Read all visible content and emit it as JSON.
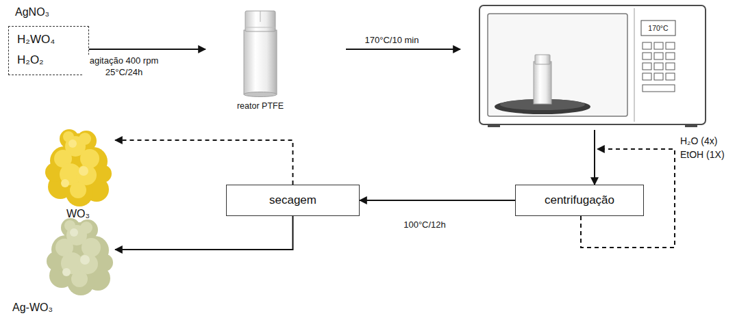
{
  "diagram": {
    "nodes": [
      {
        "text": [
          "AgNO₃",
          "H₂WO₄",
          "H₂O₂"
        ]
      },
      {
        "text": [
          "reator PTFE"
        ]
      },
      {
        "text": [
          "170°C"
        ]
      },
      {
        "text": [
          "centrifugação"
        ]
      },
      {
        "text": [
          "secagem"
        ]
      },
      {
        "text": [
          "WO₃"
        ]
      },
      {
        "text": [
          "Ag-WO₃"
        ]
      }
    ],
    "edges": [
      {
        "from": 0,
        "to": 1,
        "label": "agitação 400 rpm 25°C/24h",
        "arrow": "to"
      },
      {
        "from": 1,
        "to": 2,
        "label": "170°C/10 min",
        "arrow": "to"
      },
      {
        "from": 2,
        "to": 3,
        "arrow": "to"
      },
      {
        "from": 3,
        "to": 3,
        "arrow": "to"
      },
      {
        "from": 3,
        "to": 4,
        "label": "100°C/12h",
        "arrow": "to"
      },
      {
        "from": 4,
        "to": 5,
        "arrow": "to"
      },
      {
        "from": 4,
        "to": 6,
        "arrow": "to"
      }
    ],
    "labels": [
      "H₂O (4x)",
      "EtOH (1X)"
    ]
  }
}
